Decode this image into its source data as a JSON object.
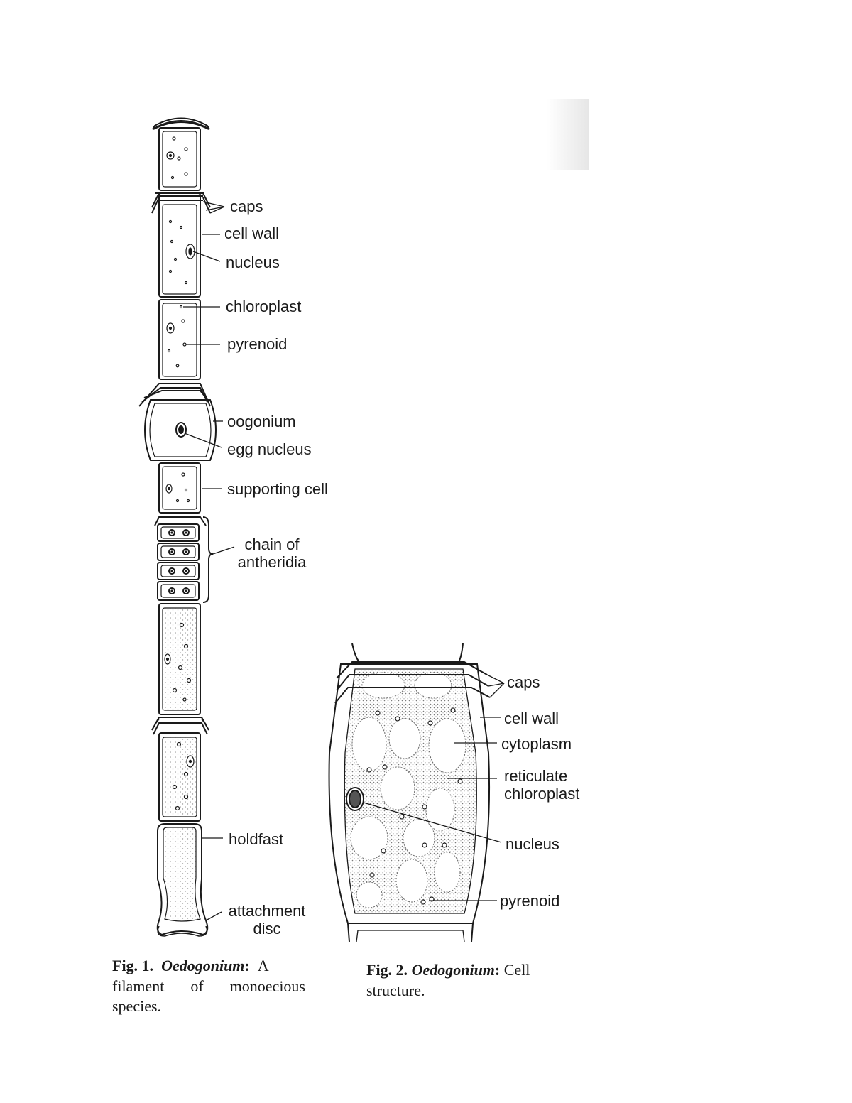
{
  "fig1": {
    "labels": {
      "caps": "caps",
      "cell_wall": "cell wall",
      "nucleus": "nucleus",
      "chloroplast": "chloroplast",
      "pyrenoid": "pyrenoid",
      "oogonium": "oogonium",
      "egg_nucleus": "egg nucleus",
      "supporting_cell": "supporting cell",
      "chain_line1": "chain of",
      "chain_line2": "antheridia",
      "holdfast": "holdfast",
      "attachment_line1": "attachment",
      "attachment_line2": "disc"
    },
    "caption": {
      "fig": "Fig. 1.",
      "genus": "Oedogonium",
      "colon": ":",
      "text1": "A",
      "text2": "filament of monoecious",
      "text3": "species."
    }
  },
  "fig2": {
    "labels": {
      "caps": "caps",
      "cell_wall": "cell wall",
      "cytoplasm": "cytoplasm",
      "reticulate_line1": "reticulate",
      "reticulate_line2": "chloroplast",
      "nucleus": "nucleus",
      "pyrenoid": "pyrenoid"
    },
    "caption": {
      "fig": "Fig. 2.",
      "genus": "Oedogonium",
      "colon": ":",
      "text1": "Cell",
      "text2": "structure."
    }
  },
  "colors": {
    "ink": "#1a1a1a",
    "stipple": "#8a8a8a"
  }
}
